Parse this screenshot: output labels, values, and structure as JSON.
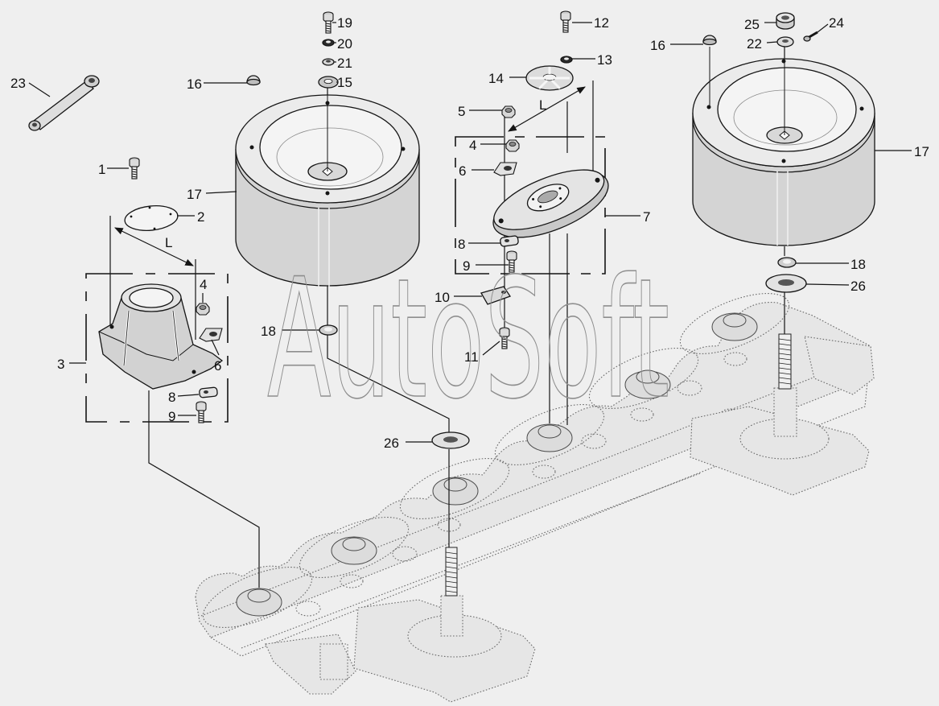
{
  "callouts": {
    "wrench": [
      "23"
    ],
    "left_drum": [
      "16",
      "19",
      "20",
      "21",
      "15",
      "17",
      "18",
      "26"
    ],
    "left_disc": [
      "1",
      "2",
      "4",
      "3",
      "6",
      "8",
      "9"
    ],
    "center_disc": [
      "12",
      "13",
      "14",
      "5",
      "4",
      "6",
      "7",
      "8",
      "9",
      "10",
      "11"
    ],
    "right_drum": [
      "16",
      "25",
      "24",
      "22",
      "17",
      "18",
      "26"
    ]
  },
  "dimension_labels": [
    "L",
    "L"
  ],
  "watermark": "AutoSoft",
  "colors": {
    "background": "#efefef",
    "line": "#151515",
    "part_fill": "#d4d4d4",
    "cutter_bar": "#6a6a6a",
    "watermark": "#8e8e8e"
  }
}
